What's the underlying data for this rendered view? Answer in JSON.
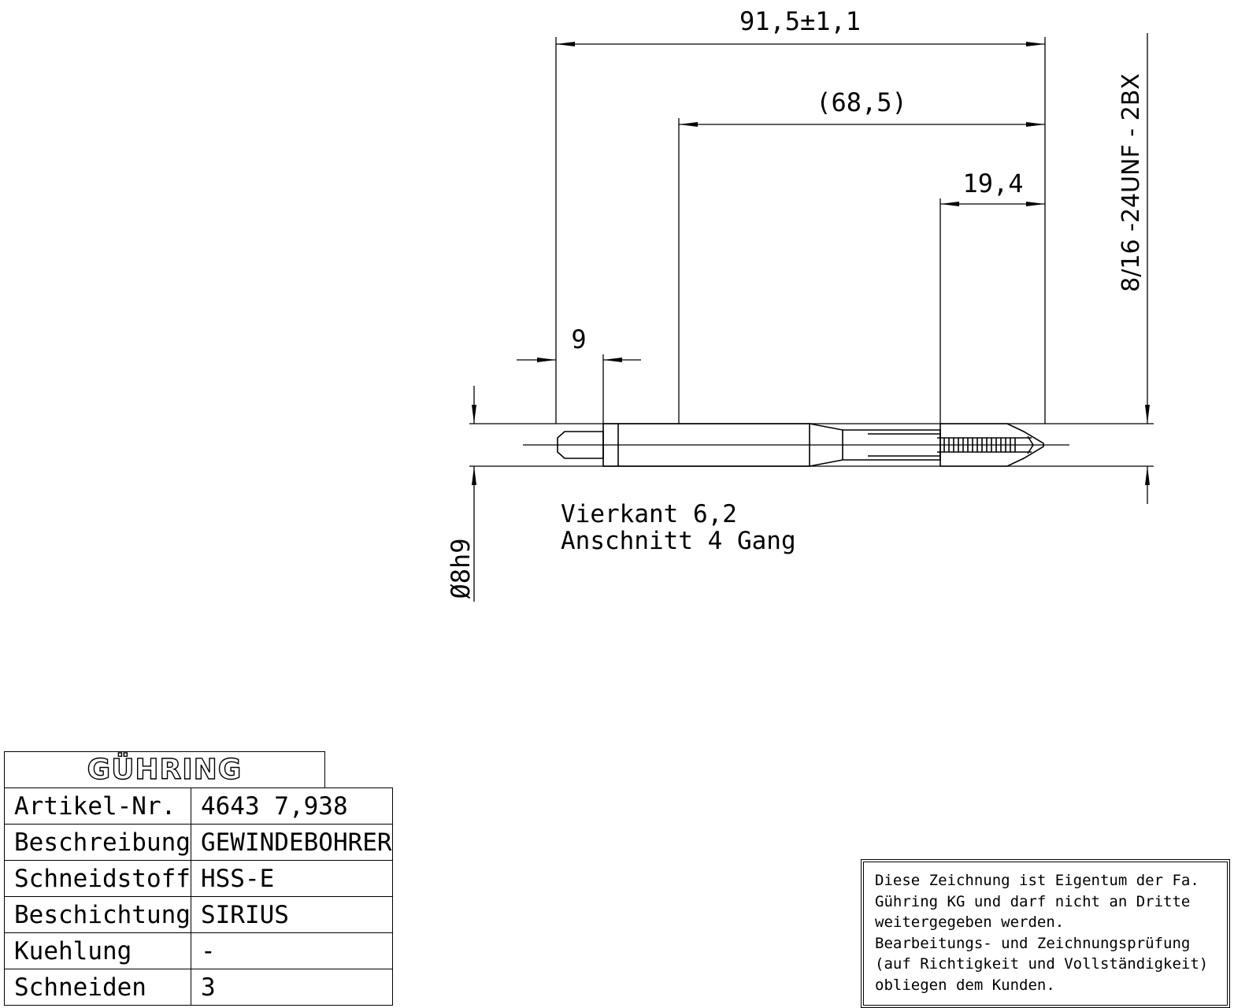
{
  "dimensions": {
    "overall_length": "91,5±1,1",
    "reference_length": "(68,5)",
    "thread_length": "19,4",
    "square_length": "9",
    "shank_diameter": "Ø8h9",
    "thread_spec": "8/16 -24UNF - 2BX"
  },
  "notes": {
    "line1": "Vierkant 6,2",
    "line2": "Anschnitt 4 Gang"
  },
  "title_block": {
    "logo": "GÜHRING",
    "rows": [
      {
        "label": "Artikel-Nr.",
        "value": "4643 7,938"
      },
      {
        "label": "Beschreibung",
        "value": "GEWINDEBOHRER"
      },
      {
        "label": "Schneidstoff",
        "value": "HSS-E"
      },
      {
        "label": "Beschichtung",
        "value": "SIRIUS"
      },
      {
        "label": "Kuehlung",
        "value": "-"
      },
      {
        "label": "Schneiden",
        "value": "3"
      }
    ]
  },
  "disclaimer": {
    "lines": [
      "Diese Zeichnung ist Eigentum der Fa.",
      "Gühring KG und darf nicht an Dritte",
      "weitergegeben werden.",
      "Bearbeitungs- und Zeichnungsprüfung",
      "(auf Richtigkeit und Vollständigkeit)",
      "obliegen dem Kunden."
    ]
  }
}
